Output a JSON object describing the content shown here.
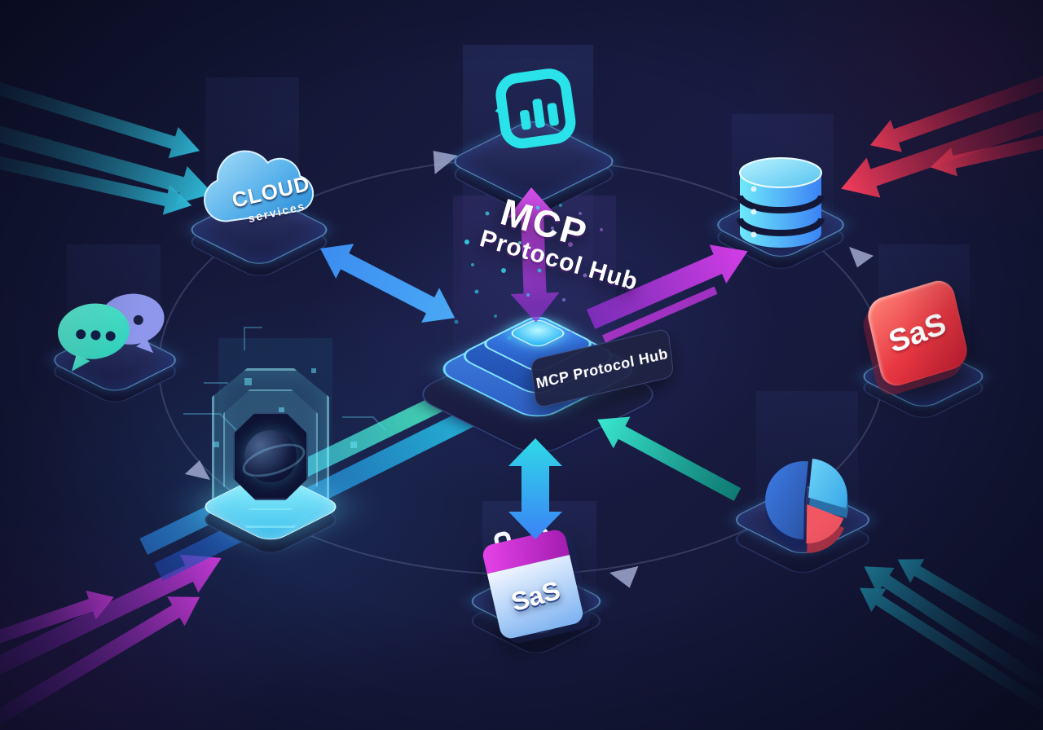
{
  "illustration": {
    "floating_title": {
      "line1": "MCP",
      "line2": "Protocol Hub"
    },
    "hub": {
      "badge_label": "MCP Protocol Hub"
    },
    "nodes": {
      "cloud": {
        "label_line1": "CLOUD",
        "label_line2": "services"
      },
      "saas_tile": {
        "label": "SaS"
      },
      "calendar": {
        "label": "SaS"
      }
    },
    "icons": {
      "app_logo": "app-logo-icon",
      "cloud": "cloud-icon",
      "database": "database-icon",
      "chat": "chat-bubbles-icon",
      "saas_tile": "saas-tile-icon",
      "pie_chart": "pie-chart-icon",
      "calendar": "calendar-icon",
      "hologram": "hologram-orb-icon",
      "hub_chip": "hub-chip-icon"
    },
    "colors": {
      "background": "#141736",
      "cyan": "#22d3ee",
      "teal": "#2dd4bf",
      "blue": "#3b82f6",
      "magenta": "#c026d3",
      "purple": "#8b2fc9",
      "red_arrow": "#f43d5c",
      "tile_red": "#e02b38",
      "platform": "#242a58",
      "platform_rim": "#6fd6ff",
      "orbit": "#9aa3cf",
      "text": "#ffffff"
    }
  }
}
